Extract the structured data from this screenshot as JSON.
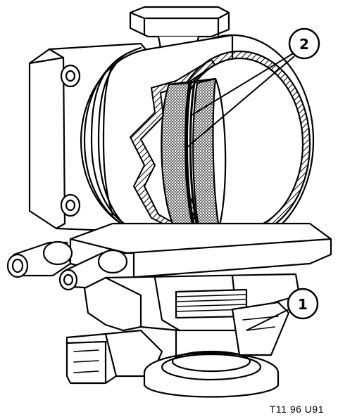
{
  "figure": {
    "callouts": [
      {
        "id": "1",
        "label": "1"
      },
      {
        "id": "2",
        "label": "2"
      }
    ],
    "reference_code": "T11 96 U91"
  },
  "colors": {
    "ink": "#000000",
    "paper": "#ffffff",
    "screen_stipple": "#4a4a4a"
  }
}
